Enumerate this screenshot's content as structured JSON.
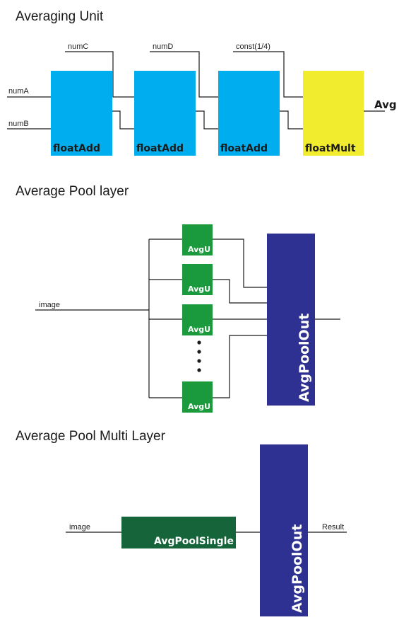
{
  "colors": {
    "float_add": "#00AEEF",
    "float_mult": "#F2EC2E",
    "avgu": "#1A9A3C",
    "avg_pool_out": "#2E3192",
    "avg_pool_single": "#16643A"
  },
  "averaging_unit": {
    "title": "Averaging Unit",
    "inputs": {
      "num_a": "numA",
      "num_b": "numB",
      "num_c": "numC",
      "num_d": "numD",
      "const": "const(1/4)"
    },
    "blocks": [
      "floatAdd",
      "floatAdd",
      "floatAdd",
      "floatMult"
    ],
    "output": "Avg"
  },
  "average_pool_layer": {
    "title": "Average Pool layer",
    "input": "image",
    "units": [
      "AvgU",
      "AvgU",
      "AvgU",
      "AvgU"
    ],
    "output_block": "AvgPoolOut"
  },
  "average_pool_multi_layer": {
    "title": "Average Pool Multi Layer",
    "input": "image",
    "single_block": "AvgPoolSingle",
    "output_block": "AvgPoolOut",
    "output": "Result"
  }
}
